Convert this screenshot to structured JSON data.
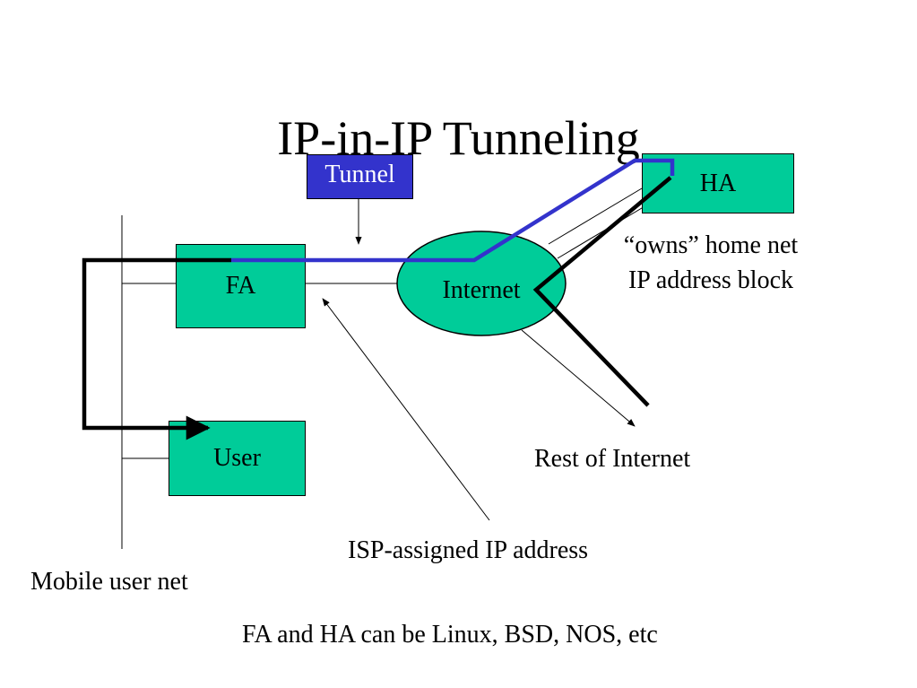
{
  "title": "IP-in-IP Tunneling",
  "nodes": {
    "tunnel": "Tunnel",
    "ha": "HA",
    "fa": "FA",
    "internet": "Internet",
    "user": "User"
  },
  "labels": {
    "owns_line1": "“owns” home net",
    "owns_line2": "IP address block",
    "rest": "Rest of Internet",
    "isp": "ISP-assigned IP address",
    "mobile": "Mobile user net",
    "footer": "FA and HA can be Linux, BSD, NOS, etc"
  },
  "colors": {
    "box_fill": "#00cc99",
    "tunnel_fill": "#3333cc",
    "tunnel_path": "#3333cc",
    "data_path": "#000000"
  }
}
